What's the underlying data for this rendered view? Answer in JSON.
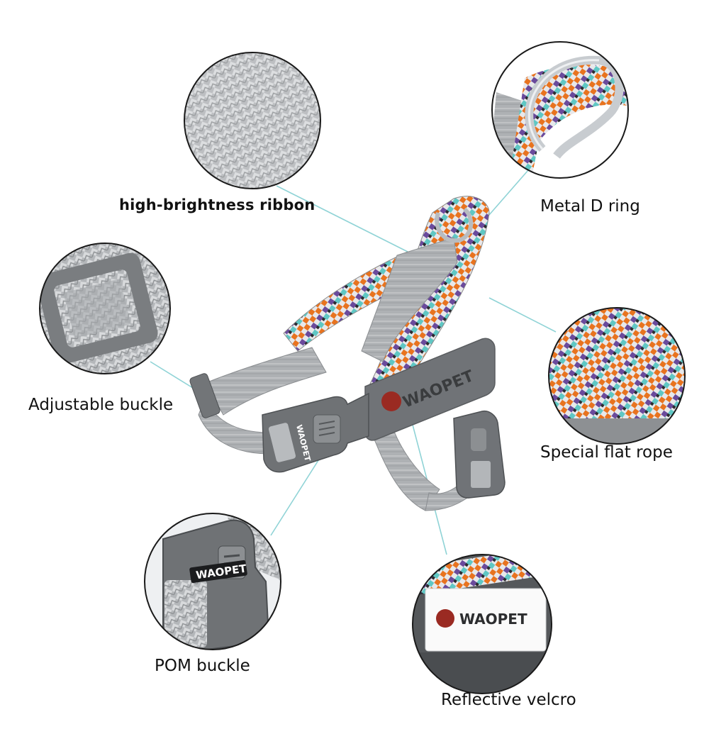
{
  "labels": {
    "ribbon": "high-brightness ribbon",
    "d_ring": "Metal D ring",
    "adjustable_buckle": "Adjustable buckle",
    "special_rope": "Special flat rope",
    "pom_buckle": "POM buckle",
    "reflective_velcro": "Reflective velcro"
  },
  "brand": {
    "name": "WAOPET",
    "logo_color": "#9a2a22"
  },
  "colors": {
    "webbing_gray": "#a9adb0",
    "buckle_gray": "#6f7275",
    "rope_orange": "#e8731f",
    "rope_purple": "#6a4a9c",
    "rope_teal": "#5fc7c4",
    "leader_line": "#8fd3d6"
  }
}
